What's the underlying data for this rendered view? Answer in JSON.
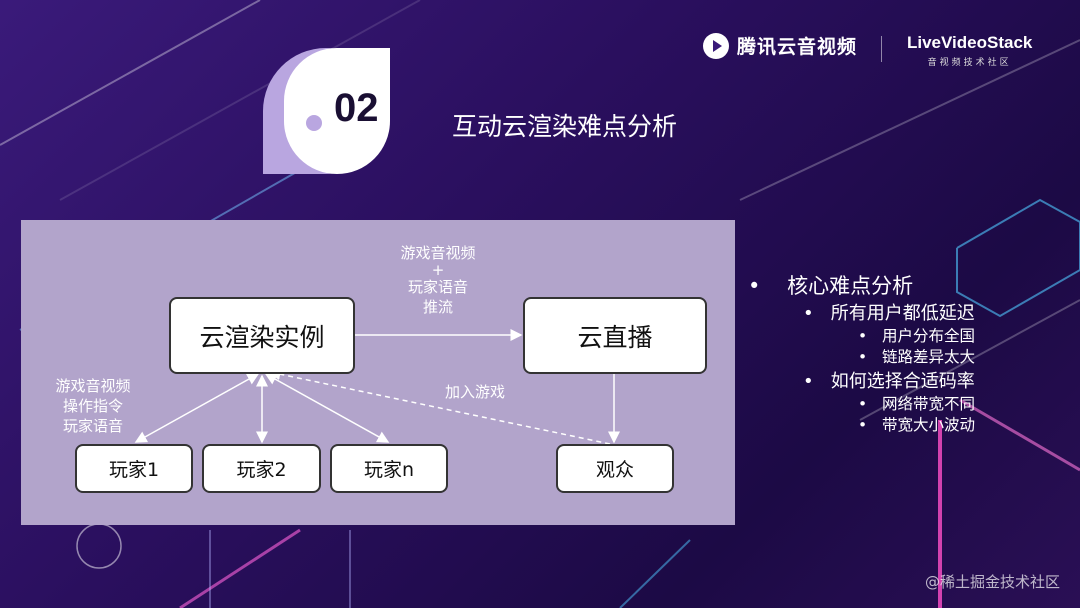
{
  "brand": {
    "name": "腾讯云音视频",
    "partner": "LiveVideoStack",
    "partner_sub": "音视频技术社区"
  },
  "section": {
    "number": "02",
    "title": "互动云渲染难点分析"
  },
  "diagram": {
    "nodes": {
      "render": "云渲染实例",
      "live": "云直播",
      "player1": "玩家1",
      "player2": "玩家2",
      "playern": "玩家n",
      "audience": "观众"
    },
    "labels": {
      "push_l1": "游戏音视频",
      "push_l2": "+",
      "push_l3": "玩家语音",
      "push_l4": "推流",
      "join": "加入游戏",
      "players_l1": "游戏音视频",
      "players_l2": "操作指令",
      "players_l3": "玩家语音"
    }
  },
  "bullets": {
    "main": "核心难点分析",
    "sub1": "所有用户都低延迟",
    "sub1_items": [
      "用户分布全国",
      "链路差异太大"
    ],
    "sub2": "如何选择合适码率",
    "sub2_items": [
      "网络带宽不同",
      "带宽大小波动"
    ]
  },
  "watermark": "@稀土掘金技术社区",
  "colors": {
    "background": "#2a0f5e",
    "panel": "#b2a4cb",
    "accent": "#b9a6e0"
  }
}
